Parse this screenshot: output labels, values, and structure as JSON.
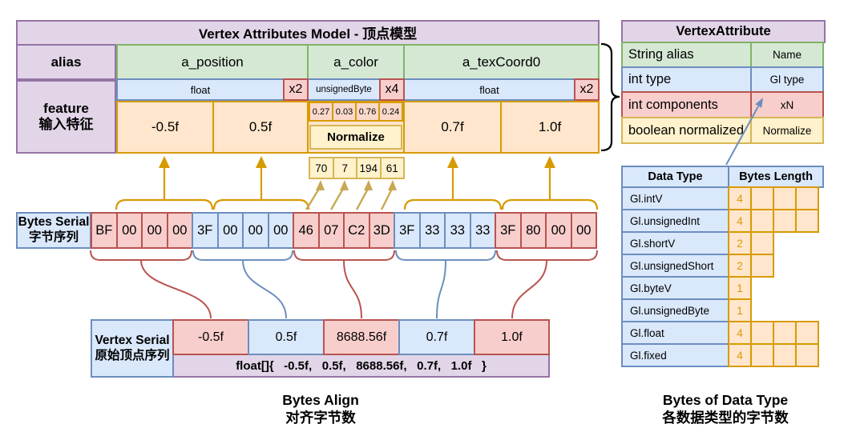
{
  "palette": {
    "purple_bg": "#E1D5E7",
    "purple_border": "#9673A6",
    "green_bg": "#D5E8D4",
    "green_border": "#82B366",
    "blue_bg": "#DAE8FC",
    "blue_border": "#6C8EBF",
    "orange_bg": "#FFE6CC",
    "orange_border": "#D79B00",
    "red_bg": "#F8CECC",
    "red_border": "#B85450",
    "yellow_bg": "#FFF2CC",
    "yellow_border": "#D6B656",
    "arrow_gold": "#D79B00",
    "arrow_tan": "#C9A854",
    "brace_black": "#000000"
  },
  "model": {
    "title": "Vertex Attributes Model - 顶点模型",
    "alias_label": "alias",
    "feature_label_line1": "feature",
    "feature_label_line2": "输入特征",
    "aliases": [
      "a_position",
      "a_color",
      "a_texCoord0"
    ],
    "types": [
      {
        "name": "float",
        "mult": "x2"
      },
      {
        "name": "unsignedByte",
        "mult": "x4"
      },
      {
        "name": "float",
        "mult": "x2"
      }
    ],
    "position_values": [
      "-0.5f",
      "0.5f"
    ],
    "color_values": [
      "0.27",
      "0.03",
      "0.76",
      "0.24"
    ],
    "normalize_label": "Normalize",
    "color_bytes": [
      "70",
      "7",
      "194",
      "61"
    ],
    "texcoord_values": [
      "0.7f",
      "1.0f"
    ]
  },
  "bytes_serial": {
    "label_line1": "Bytes Serial",
    "label_line2": "字节序列",
    "groups": [
      {
        "tone": "red",
        "bytes": [
          "BF",
          "00",
          "00",
          "00"
        ]
      },
      {
        "tone": "blue",
        "bytes": [
          "3F",
          "00",
          "00",
          "00"
        ]
      },
      {
        "tone": "red",
        "bytes": [
          "46",
          "07",
          "C2",
          "3D"
        ]
      },
      {
        "tone": "blue",
        "bytes": [
          "3F",
          "33",
          "33",
          "33"
        ]
      },
      {
        "tone": "red",
        "bytes": [
          "3F",
          "80",
          "00",
          "00"
        ]
      }
    ]
  },
  "vertex_serial": {
    "label_line1": "Vertex Serial",
    "label_line2": "原始顶点序列",
    "values": [
      "-0.5f",
      "0.5f",
      "8688.56f",
      "0.7f",
      "1.0f"
    ],
    "code": "float[]{   -0.5f,   0.5f,   8688.56f,   0.7f,   1.0f   }"
  },
  "captions": {
    "bytes_align_line1": "Bytes Align",
    "bytes_align_line2": "对齐字节数",
    "data_type_line1": "Bytes of Data Type",
    "data_type_line2": "各数据类型的字节数"
  },
  "vertex_attribute": {
    "title": "VertexAttribute",
    "rows": [
      {
        "field": "String alias",
        "value": "Name"
      },
      {
        "field": "int type",
        "value": "Gl type"
      },
      {
        "field": "int components",
        "value": "xN"
      },
      {
        "field": "boolean normalized",
        "value": "Normalize"
      }
    ]
  },
  "data_type_table": {
    "header_type": "Data Type",
    "header_length": "Bytes Length",
    "rows": [
      {
        "type": "Gl.intV",
        "length": "4"
      },
      {
        "type": "Gl.unsignedInt",
        "length": "4"
      },
      {
        "type": "Gl.shortV",
        "length": "2"
      },
      {
        "type": "Gl.unsignedShort",
        "length": "2"
      },
      {
        "type": "Gl.byteV",
        "length": "1"
      },
      {
        "type": "Gl.unsignedByte",
        "length": "1"
      },
      {
        "type": "Gl.float",
        "length": "4"
      },
      {
        "type": "Gl.fixed",
        "length": "4"
      }
    ]
  }
}
